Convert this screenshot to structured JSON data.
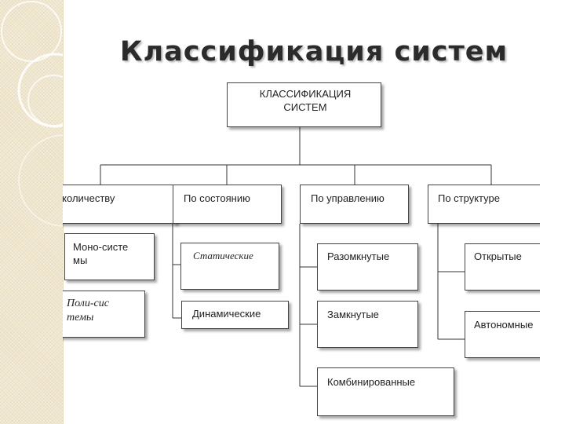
{
  "title": "Классификация систем",
  "diagram": {
    "root": "КЛАССИФИКАЦИЯ СИСТЕМ",
    "categories": [
      {
        "label": "По количеству",
        "children": [
          "Моно-системы",
          "Поли-системы"
        ]
      },
      {
        "label": "По состоянию",
        "children": [
          "Статические",
          "Динамические"
        ]
      },
      {
        "label": "По управлению",
        "children": [
          "Разомкнутые",
          "Замкнутые",
          "Комбинированные"
        ]
      },
      {
        "label": "По структуре",
        "children": [
          "Открытые",
          "Автономные"
        ]
      }
    ]
  }
}
